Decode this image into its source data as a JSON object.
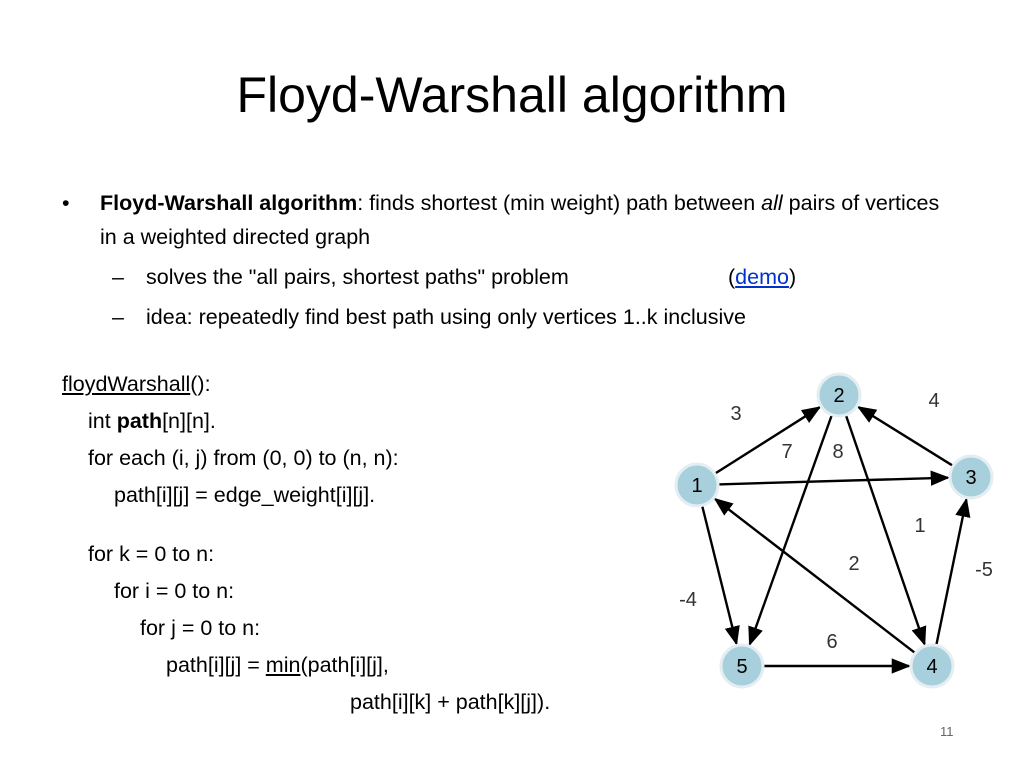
{
  "slide": {
    "title": "Floyd-Warshall algorithm",
    "bullet_main": {
      "bold": "Floyd-Warshall algorithm",
      "text_a": ": finds shortest (min weight) path between ",
      "italic": "all",
      "text_b": " pairs of vertices in a weighted directed graph"
    },
    "sub1": {
      "text": "solves the \"all pairs, shortest paths\" problem",
      "paren_open": "(",
      "link": "demo",
      "paren_close": ")"
    },
    "sub2": {
      "text": "idea: repeatedly find best path using only vertices 1..k inclusive"
    },
    "code": {
      "fn_name": "floydWarshall",
      "fn_rest": "():",
      "l2a": "int ",
      "l2b": "path",
      "l2c": "[n][n].",
      "l3": "for each (i, j) from (0, 0) to (n, n):",
      "l4": "path[i][j] = edge_weight[i][j].",
      "l5": "for k = 0 to n:",
      "l6": "for i = 0 to n:",
      "l7": "for j = 0 to n:",
      "l8a": "path[i][j] = ",
      "l8b": "min",
      "l8c": "(path[i][j],",
      "l9": "path[i][k] + path[k][j])."
    },
    "page_number": "11",
    "colors": {
      "node_fill": "#a8cfdc",
      "node_stroke": "#e4eef2",
      "link": "#0033cc"
    }
  },
  "graph": {
    "nodes": [
      {
        "id": "1",
        "label": "1"
      },
      {
        "id": "2",
        "label": "2"
      },
      {
        "id": "3",
        "label": "3"
      },
      {
        "id": "4",
        "label": "4"
      },
      {
        "id": "5",
        "label": "5"
      }
    ],
    "edges": [
      {
        "from": "1",
        "to": "2",
        "weight": "3"
      },
      {
        "from": "3",
        "to": "2",
        "weight": "4"
      },
      {
        "from": "2",
        "to": "5",
        "weight": "7"
      },
      {
        "from": "2",
        "to": "4",
        "weight": "8"
      },
      {
        "from": "1",
        "to": "3",
        "weight": "1"
      },
      {
        "from": "4",
        "to": "1",
        "weight": "2"
      },
      {
        "from": "4",
        "to": "3",
        "weight": "-5"
      },
      {
        "from": "1",
        "to": "5",
        "weight": "-4"
      },
      {
        "from": "5",
        "to": "4",
        "weight": "6"
      }
    ]
  }
}
